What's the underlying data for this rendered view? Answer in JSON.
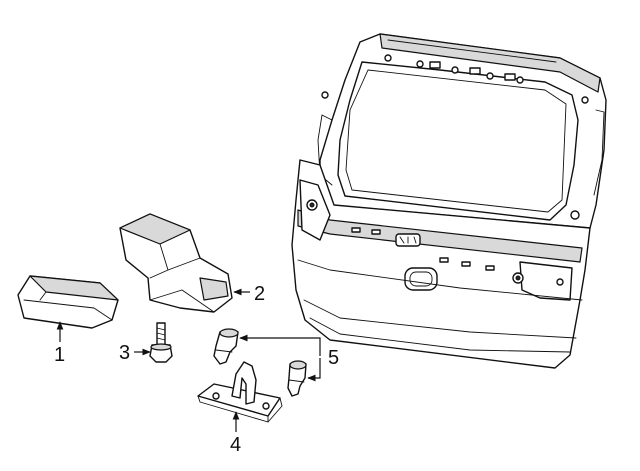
{
  "diagram": {
    "callouts": [
      {
        "id": "1",
        "label": "1"
      },
      {
        "id": "2",
        "label": "2"
      },
      {
        "id": "3",
        "label": "3"
      },
      {
        "id": "4",
        "label": "4"
      },
      {
        "id": "5",
        "label": "5"
      }
    ],
    "colors": {
      "line": "#111111",
      "background": "#ffffff",
      "shade": "#d9d9d9"
    }
  }
}
